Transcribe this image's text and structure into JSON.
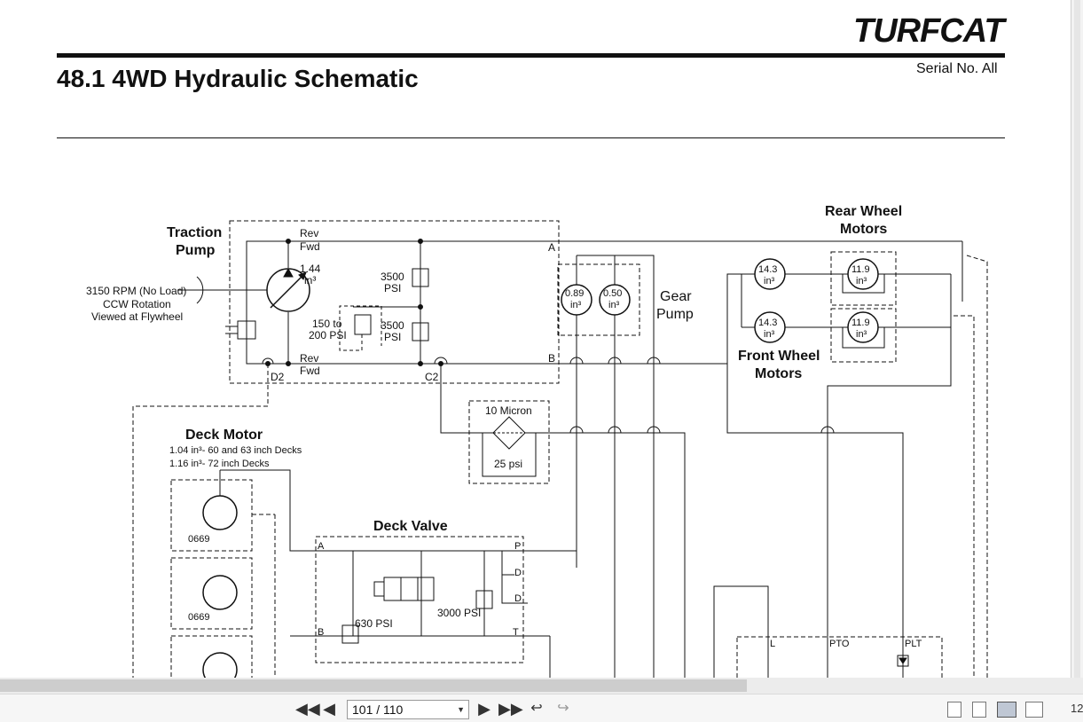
{
  "header": {
    "brand": "TURFCAT",
    "serial": "Serial No.  All",
    "title": "48.1 4WD Hydraulic Schematic"
  },
  "schematic": {
    "traction_pump": {
      "label_1": "Traction",
      "label_2": "Pump",
      "displacement": "1.44",
      "unit": "in³"
    },
    "rpm_note": [
      "3150 RPM (No Load)",
      "CCW Rotation",
      "Viewed at Flywheel"
    ],
    "port_labels": {
      "a": "A",
      "b": "B",
      "d2": "D2",
      "c2": "C2",
      "p": "P",
      "d1": "D",
      "d2b": "D",
      "t": "T",
      "a2": "A",
      "b2": "B",
      "l": "L",
      "pto": "PTO",
      "plt": "PLT"
    },
    "flow": {
      "rev_top": "Rev",
      "fwd_top": "Fwd",
      "rev_bot": "Rev",
      "fwd_bot": "Fwd"
    },
    "valves": {
      "v3500a": [
        "3500",
        "PSI"
      ],
      "v3500b": [
        "3500",
        "PSI"
      ],
      "v150": [
        "150 to",
        "200 PSI"
      ],
      "v630": "630 PSI",
      "v3000": "3000 PSI"
    },
    "gear_pump": {
      "label_1": "Gear",
      "label_2": "Pump",
      "d1": "0.89",
      "d2": "0.50",
      "unit": "in³"
    },
    "rear_motors": {
      "label_1": "Rear Wheel",
      "label_2": "Motors",
      "disp": "11.9",
      "unit": "in³"
    },
    "front_motors": {
      "label_1": "Front Wheel",
      "label_2": "Motors",
      "disp": "14.3",
      "unit": "in³"
    },
    "filter": {
      "micron": "10 Micron",
      "psi": "25 psi"
    },
    "deck_motor": {
      "title": "Deck Motor",
      "spec_1": "1.04 in³- 60 and 63 inch Decks",
      "spec_2": "1.16 in³- 72 inch Decks",
      "orifice": "0669"
    },
    "deck_valve": {
      "title": "Deck Valve"
    }
  },
  "toolbar": {
    "first_icon": "first-page-icon",
    "prev_icon": "previous-page-icon",
    "page_value": "101 / 110",
    "next_icon": "next-page-icon",
    "last_icon": "last-page-icon",
    "zoom_partial": "12"
  }
}
